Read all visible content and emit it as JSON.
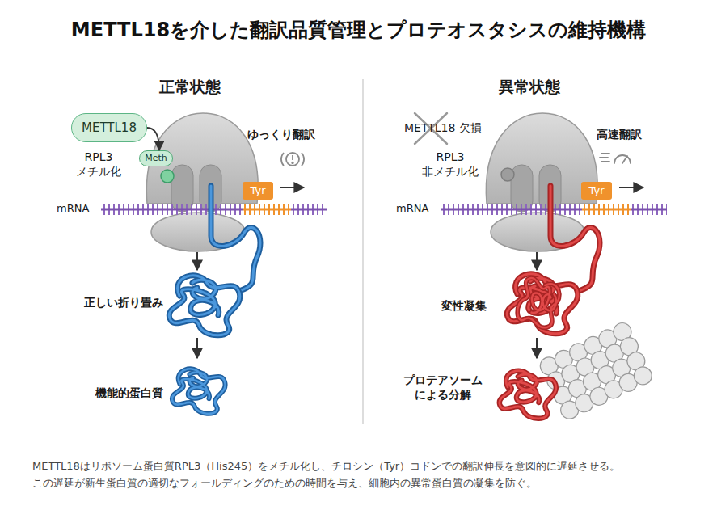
{
  "diagram": {
    "title": "METTL18を介した翻訳品質管理とプロテオスタシスの維持機構",
    "caption": "METTL18はリボソーム蛋白質RPL3（His245）をメチル化し、チロシン（Tyr）コドンでの翻訳伸長を意図的に遅延させる。 この遅延が新生蛋白質の適切なフォールディングのための時間を与え、細胞内の異常蛋白質の凝集を防ぐ。",
    "nodes": [
      {
        "text": [
          "METTL18"
        ]
      },
      {
        "text": [
          "Meth"
        ]
      },
      {
        "text": [
          "Tyr"
        ]
      },
      {
        "text": [
          "Tyr"
        ]
      }
    ],
    "edges": [
      {
        "from": 0,
        "to": 1,
        "arrow": "to"
      }
    ],
    "labels": [
      "正常状態",
      "RPL3 メチル化",
      "ゆっくり翻訳",
      "mRNA",
      "正しい折り畳み",
      "機能的蛋白質",
      "異常状態",
      "METTL18 欠損",
      "RPL3 非メチル化",
      "高速翻訳",
      "mRNA",
      "変性凝集",
      "プロテアソーム による分解"
    ]
  }
}
